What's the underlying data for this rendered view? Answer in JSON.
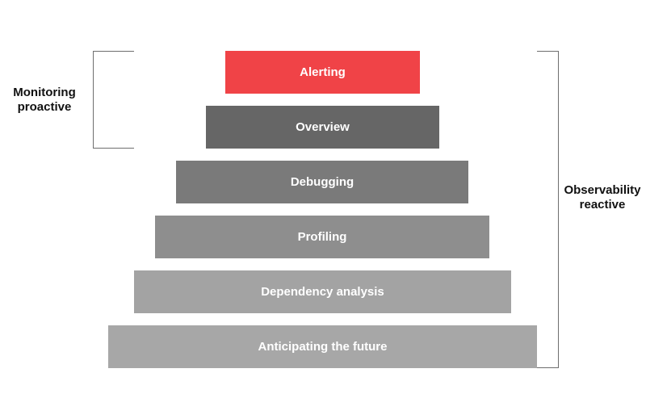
{
  "layers": [
    {
      "label": "Alerting",
      "color": "#f04347"
    },
    {
      "label": "Overview",
      "color": "#666666"
    },
    {
      "label": "Debugging",
      "color": "#7a7a7a"
    },
    {
      "label": "Profiling",
      "color": "#8e8e8e"
    },
    {
      "label": "Dependency analysis",
      "color": "#a3a3a3"
    },
    {
      "label": "Anticipating the future",
      "color": "#a7a7a7"
    }
  ],
  "monitoring": {
    "line1": "Monitoring",
    "line2": "proactive"
  },
  "observability": {
    "line1": "Observability",
    "line2": "reactive"
  },
  "colors": {
    "bracket": "#6e6e6e",
    "text": "#111111"
  }
}
